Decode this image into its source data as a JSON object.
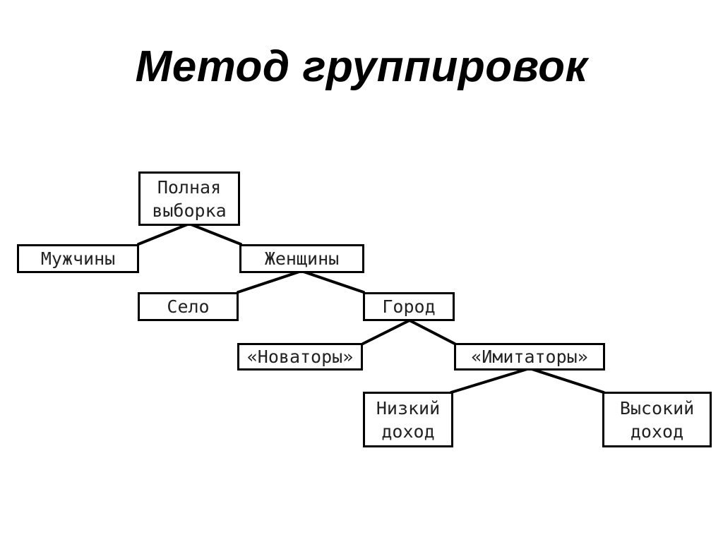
{
  "title": "Метод группировок",
  "tree": {
    "root": {
      "label": "Полная\nвыборка"
    },
    "men": {
      "label": "Мужчины"
    },
    "women": {
      "label": "Женщины"
    },
    "village": {
      "label": "Село"
    },
    "city": {
      "label": "Город"
    },
    "innovators": {
      "label": "«Новаторы»"
    },
    "imitators": {
      "label": "«Имитаторы»"
    },
    "low_income": {
      "label": "Низкий\nдоход"
    },
    "high_income": {
      "label": "Высокий\nдоход"
    }
  }
}
